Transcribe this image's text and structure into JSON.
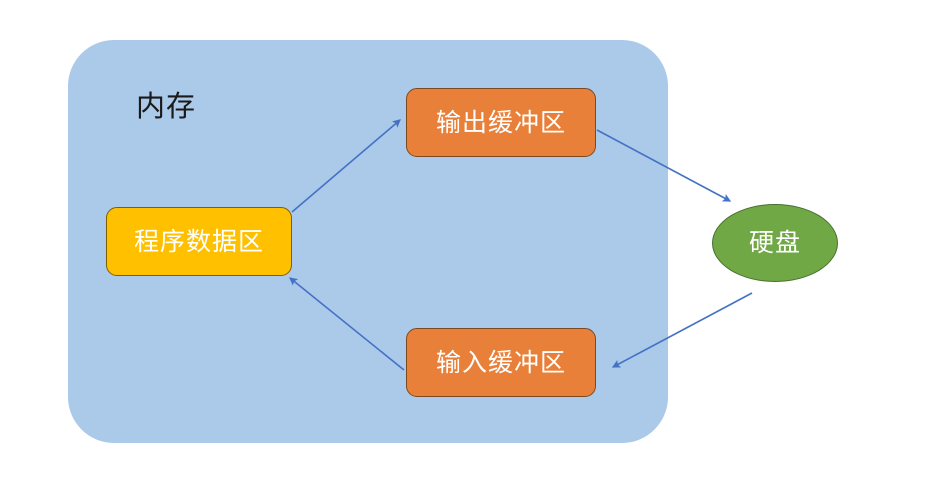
{
  "diagram": {
    "title_label": "内存",
    "nodes": [
      {
        "id": "program-data",
        "label": "程序数据区",
        "shape": "rounded-rect",
        "color": "#FFC000",
        "text_color": "#FFFFFF"
      },
      {
        "id": "output-buffer",
        "label": "输出缓冲区",
        "shape": "rounded-rect",
        "color": "#E8803A",
        "text_color": "#FFFFFF"
      },
      {
        "id": "input-buffer",
        "label": "输入缓冲区",
        "shape": "rounded-rect",
        "color": "#E8803A",
        "text_color": "#FFFFFF"
      },
      {
        "id": "disk",
        "label": "硬盘",
        "shape": "ellipse",
        "color": "#70A845",
        "text_color": "#FFFFFF"
      }
    ],
    "container": {
      "label": "内存",
      "color": "#ABC9E9"
    },
    "arrows": [
      {
        "id": "program-data-to-output-buffer",
        "from": "program-data",
        "to": "output-buffer",
        "color": "#4472C4"
      },
      {
        "id": "output-buffer-to-disk",
        "from": "output-buffer",
        "to": "disk",
        "color": "#4472C4"
      },
      {
        "id": "disk-to-input-buffer",
        "from": "disk",
        "to": "input-buffer",
        "color": "#4472C4"
      },
      {
        "id": "input-buffer-to-program-data",
        "from": "input-buffer",
        "to": "program-data",
        "color": "#4472C4"
      }
    ],
    "colors": {
      "background": "#FFFFFF",
      "memory": "#ABC9E9",
      "buffer": "#E8803A",
      "data": "#FFC000",
      "disk": "#70A845",
      "arrow": "#4472C4",
      "label": "#1A1A1A"
    }
  }
}
